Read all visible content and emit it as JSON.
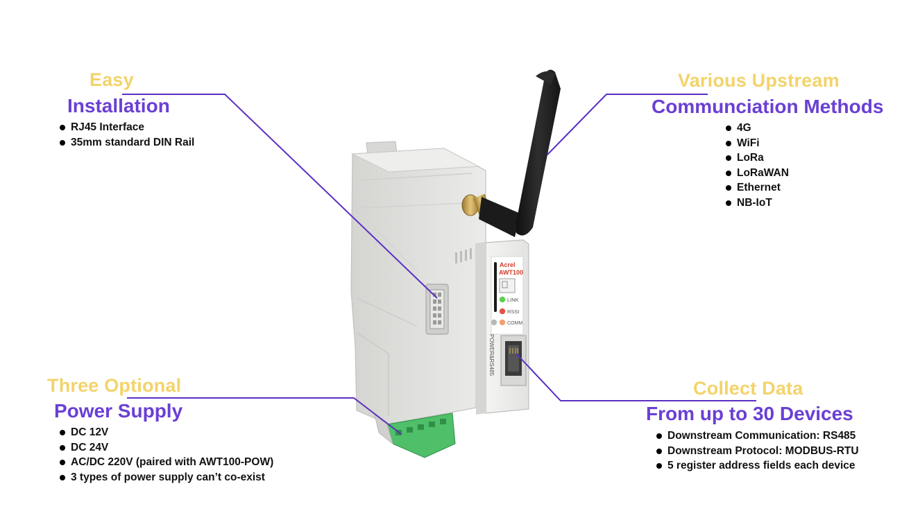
{
  "colors": {
    "heading_yellow": "#f3d36a",
    "heading_purple": "#6a3fd4",
    "leader_line": "#5a2fc2",
    "device_body": "#e4e4e2",
    "antenna": "#1c1c1c",
    "terminal_green": "#4fbf6a"
  },
  "device": {
    "brand": "Acrel",
    "model": "AWT100",
    "led_link": "LINK",
    "led_rssi": "RSSI",
    "led_comm": "COMM",
    "port_label": "POWER&RS485",
    "led_colors": {
      "link": "#5fcf4f",
      "rssi": "#e6504a",
      "comm": "#f0a070",
      "power": "#b8b8b8"
    }
  },
  "callouts": {
    "installation": {
      "title_line1": "Easy",
      "title_line2": "Installation",
      "items": [
        "RJ45 Interface",
        "35mm standard DIN Rail"
      ]
    },
    "upstream": {
      "title_line1": "Various Upstream",
      "title_line2": "Communciation Methods",
      "items": [
        "4G",
        "WiFi",
        "LoRa",
        "LoRaWAN",
        "Ethernet",
        "NB-IoT"
      ]
    },
    "power": {
      "title_line1": "Three Optional",
      "title_line2": "Power Supply",
      "items": [
        "DC 12V",
        "DC 24V",
        "AC/DC 220V (paired with AWT100-POW)",
        "3 types of power supply can’t co-exist"
      ]
    },
    "collect": {
      "title_line1": "Collect Data",
      "title_line2": "From up to 30 Devices",
      "items": [
        "Downstream Communication: RS485",
        "Downstream Protocol: MODBUS-RTU",
        "5 register address fields each device"
      ]
    }
  }
}
